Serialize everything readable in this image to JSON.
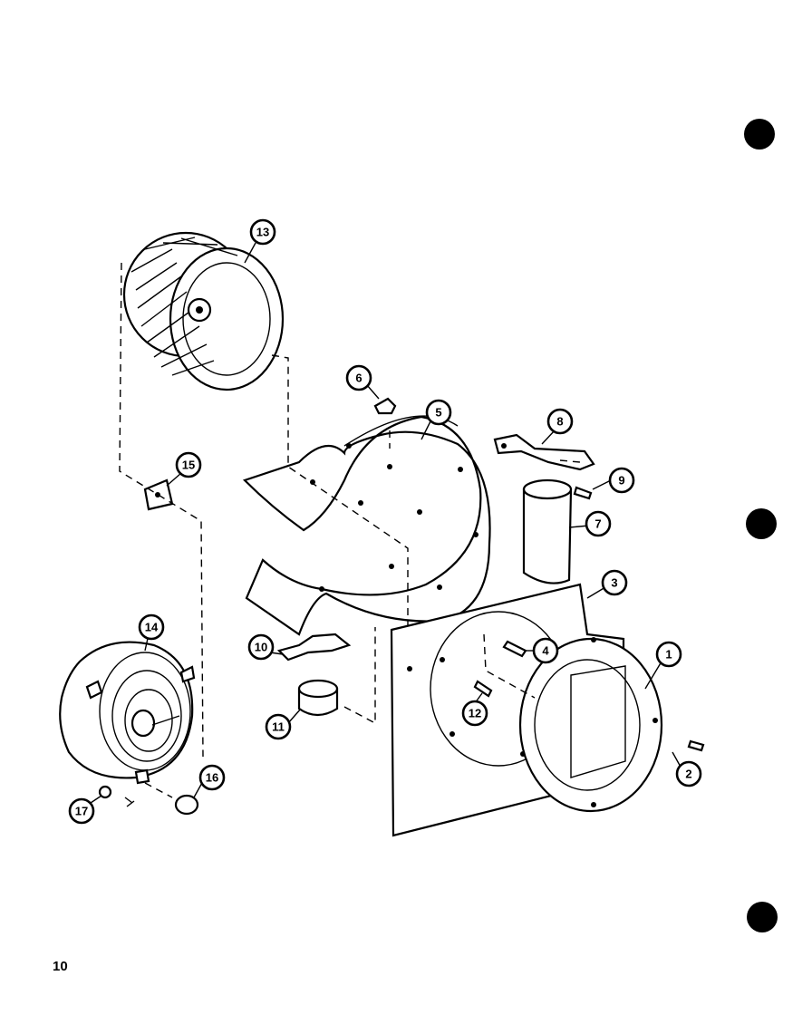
{
  "page": {
    "number": "10"
  },
  "callouts": [
    {
      "id": "1",
      "label": "1"
    },
    {
      "id": "2",
      "label": "2"
    },
    {
      "id": "3",
      "label": "3"
    },
    {
      "id": "4",
      "label": "4"
    },
    {
      "id": "5",
      "label": "5"
    },
    {
      "id": "6",
      "label": "6"
    },
    {
      "id": "7",
      "label": "7"
    },
    {
      "id": "8",
      "label": "8"
    },
    {
      "id": "9",
      "label": "9"
    },
    {
      "id": "10",
      "label": "10"
    },
    {
      "id": "11",
      "label": "11"
    },
    {
      "id": "12",
      "label": "12"
    },
    {
      "id": "13",
      "label": "13"
    },
    {
      "id": "14",
      "label": "14"
    },
    {
      "id": "15",
      "label": "15"
    },
    {
      "id": "16",
      "label": "16"
    },
    {
      "id": "17",
      "label": "17"
    }
  ],
  "colors": {
    "ink": "#000000",
    "paper": "#ffffff"
  }
}
